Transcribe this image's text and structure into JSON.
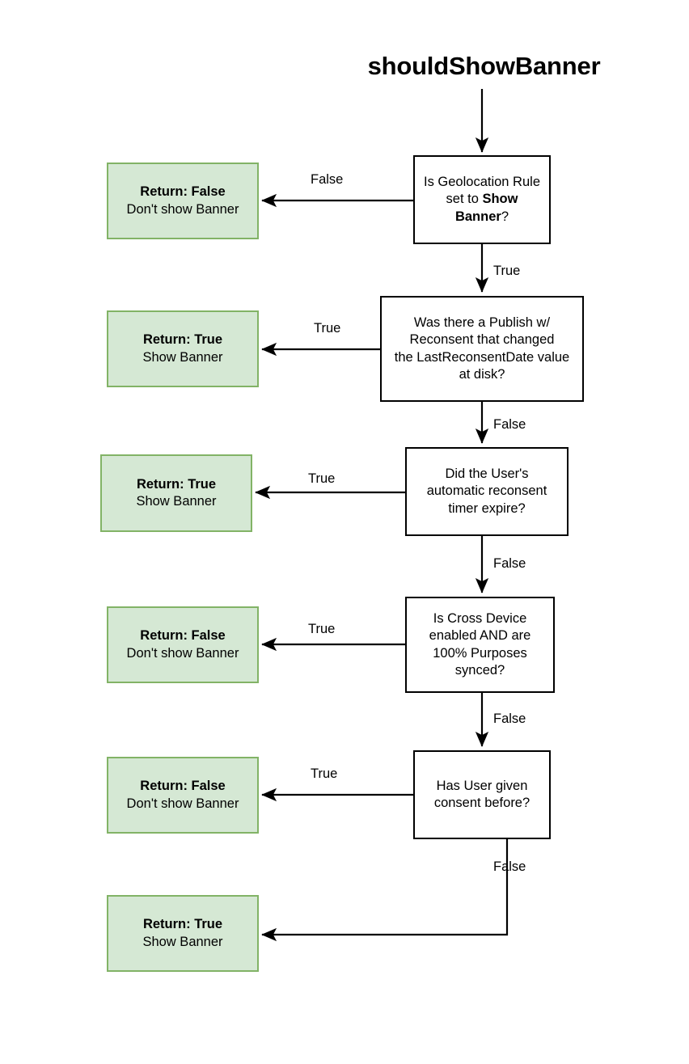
{
  "diagram": {
    "title": "shouldShowBanner",
    "type": "flowchart",
    "colors": {
      "result_fill": "#d5e8d4",
      "result_border": "#82b366",
      "decision_fill": "#ffffff",
      "decision_border": "#000000",
      "edge": "#000000",
      "background": "#ffffff"
    },
    "decisions": [
      {
        "id": "geolocation-rule",
        "lines": [
          {
            "text": "Is Geolocation Rule",
            "bold": false
          },
          {
            "text": "set to ",
            "bold": false,
            "bold_tail": "Show"
          },
          {
            "text": "Banner",
            "bold": true,
            "tail": "?"
          }
        ],
        "plain_text": "Is Geolocation Rule set to Show Banner?"
      },
      {
        "id": "publish-reconsent",
        "plain_text": "Was there a Publish w/ Reconsent that changed the LastReconsentDate value at disk?"
      },
      {
        "id": "reconsent-timer",
        "plain_text": "Did the User's automatic reconsent timer expire?"
      },
      {
        "id": "cross-device-sync",
        "plain_text": "Is Cross Device enabled AND are 100% Purposes synced?"
      },
      {
        "id": "prior-consent",
        "plain_text": "Has User given consent before?"
      }
    ],
    "results": [
      {
        "id": "result-1",
        "title": "Return: False",
        "subtitle": "Don't show Banner"
      },
      {
        "id": "result-2",
        "title": "Return: True",
        "subtitle": "Show Banner"
      },
      {
        "id": "result-3",
        "title": "Return: True",
        "subtitle": "Show Banner"
      },
      {
        "id": "result-4",
        "title": "Return: False",
        "subtitle": "Don't show Banner"
      },
      {
        "id": "result-5",
        "title": "Return: False",
        "subtitle": "Don't show Banner"
      },
      {
        "id": "result-6",
        "title": "Return: True",
        "subtitle": "Show Banner"
      }
    ],
    "edge_labels": {
      "e1_branch": "False",
      "e1_down": "True",
      "e2_branch": "True",
      "e2_down": "False",
      "e3_branch": "True",
      "e3_down": "False",
      "e4_branch": "True",
      "e4_down": "False",
      "e5_branch": "True",
      "e5_down": "False"
    },
    "decision_text": {
      "d1_l1": "Is Geolocation Rule",
      "d1_l2a": "set to ",
      "d1_l2b": "Show",
      "d1_l3a": "Banner",
      "d1_l3b": "?",
      "d2_l1": "Was there a Publish w/",
      "d2_l2": "Reconsent that changed",
      "d2_l3": "the LastReconsentDate value",
      "d2_l4": "at disk?",
      "d3_l1": "Did the User's",
      "d3_l2": "automatic reconsent",
      "d3_l3": "timer expire?",
      "d4_l1": "Is Cross Device",
      "d4_l2": "enabled AND are",
      "d4_l3": "100% Purposes",
      "d4_l4": "synced?",
      "d5_l1": "Has User given",
      "d5_l2": "consent before?"
    }
  }
}
